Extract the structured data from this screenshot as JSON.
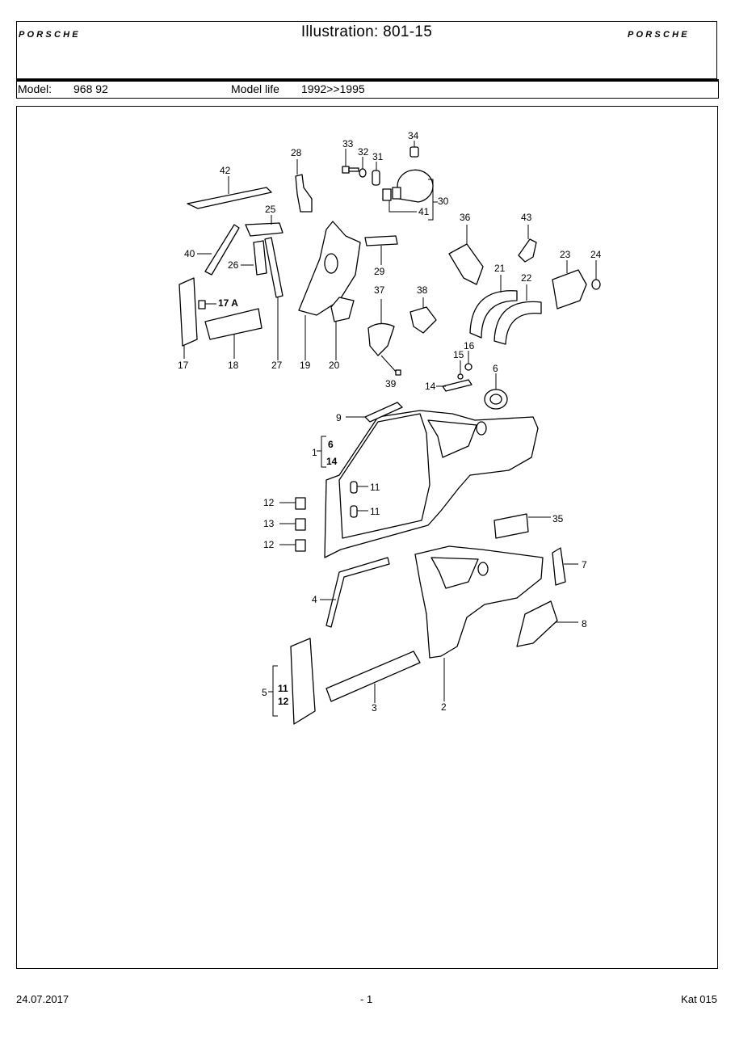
{
  "header": {
    "title": "Illustration: 801-15",
    "brand_left": "PORSCHE",
    "brand_right": "PORSCHE"
  },
  "model_row": {
    "model_label": "Model:",
    "model_value": "968 92",
    "life_label": "Model life",
    "life_value": "1992>>1995"
  },
  "callouts": {
    "c1": "1",
    "c2": "2",
    "c3": "3",
    "c4": "4",
    "c5": "5",
    "c6a": "6",
    "c6b": "6",
    "c7": "7",
    "c8": "8",
    "c9": "9",
    "c11a": "11",
    "c11b": "11",
    "c11c": "11",
    "c12a": "12",
    "c12b": "12",
    "c12c": "12",
    "c13": "13",
    "c14a": "14",
    "c14b": "14",
    "c15": "15",
    "c16": "16",
    "c17": "17",
    "c17a": "17 A",
    "c18": "18",
    "c19": "19",
    "c20": "20",
    "c21": "21",
    "c22": "22",
    "c23": "23",
    "c24": "24",
    "c25": "25",
    "c26": "26",
    "c27": "27",
    "c28": "28",
    "c29": "29",
    "c30": "30",
    "c31": "31",
    "c32": "32",
    "c33": "33",
    "c34": "34",
    "c35": "35",
    "c36": "36",
    "c37": "37",
    "c38": "38",
    "c39": "39",
    "c40": "40",
    "c41": "41",
    "c42": "42",
    "c43": "43"
  },
  "footer": {
    "date": "24.07.2017",
    "page": "- 1",
    "catalog": "Kat 015"
  }
}
